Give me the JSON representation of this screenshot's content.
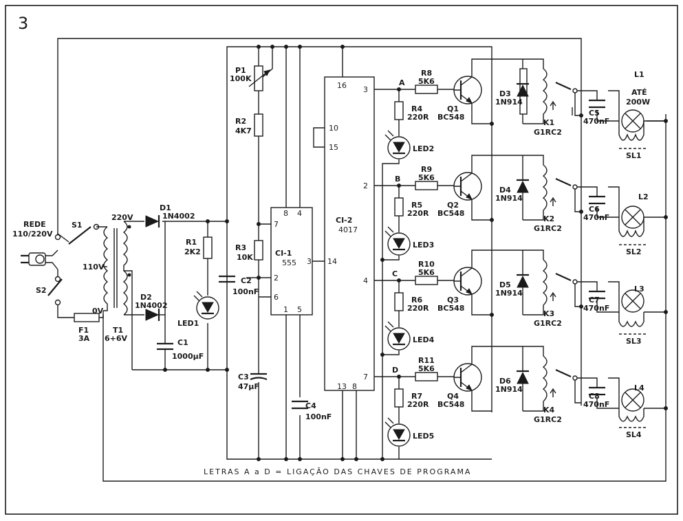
{
  "figure_number": "3",
  "mains": {
    "label1": "REDE",
    "label2": "110/220V"
  },
  "switches": {
    "s1": "S1",
    "s2": "S2"
  },
  "fuse": {
    "ref": "F1",
    "value": "3A"
  },
  "transformer": {
    "tap220": "220V",
    "tap110": "110V",
    "tap0": "0V",
    "ref": "T1",
    "value": "6+6V"
  },
  "diodes_psu": {
    "d1_ref": "D1",
    "d1_val": "1N4002",
    "d2_ref": "D2",
    "d2_val": "1N4002"
  },
  "c1": {
    "ref": "C1",
    "val": "1000µF"
  },
  "r1": {
    "ref": "R1",
    "val": "2K2"
  },
  "led1": "LED1",
  "p1": {
    "ref": "P1",
    "val": "100K"
  },
  "r2": {
    "ref": "R2",
    "val": "4K7"
  },
  "r3": {
    "ref": "R3",
    "val": "10K"
  },
  "c2": {
    "ref": "C2",
    "val": "100nF"
  },
  "c3": {
    "ref": "C3",
    "val": "47µF"
  },
  "c4": {
    "ref": "C4",
    "val": "100nF"
  },
  "ci1": {
    "ref": "CI-1",
    "type": "555",
    "p8": "8",
    "p4": "4",
    "p7": "7",
    "p2": "2",
    "p6": "6",
    "p3": "3",
    "p1": "1",
    "p5": "5"
  },
  "ci2": {
    "ref": "CI-2",
    "type": "4017",
    "p16": "16",
    "p10": "10",
    "p15": "15",
    "p14": "14",
    "p3": "3",
    "p2": "2",
    "p4": "4",
    "p7": "7",
    "p13": "13",
    "p8": "8"
  },
  "channels": [
    {
      "letter": "A",
      "rb_ref": "R8",
      "rb_val": "5K6",
      "rl_ref": "R4",
      "rl_val": "220R",
      "led": "LED2",
      "q_ref": "Q1",
      "q_val": "BC548",
      "d_ref": "D3",
      "d_val": "1N914",
      "k_ref": "K1",
      "k_val": "G1RC2",
      "c_ref": "C5",
      "c_val": "470nF",
      "l_ref": "L1",
      "sl": "SL1"
    },
    {
      "letter": "B",
      "rb_ref": "R9",
      "rb_val": "5K6",
      "rl_ref": "R5",
      "rl_val": "220R",
      "led": "LED3",
      "q_ref": "Q2",
      "q_val": "BC548",
      "d_ref": "D4",
      "d_val": "1N914",
      "k_ref": "K2",
      "k_val": "G1RC2",
      "c_ref": "C6",
      "c_val": "470nF",
      "l_ref": "L2",
      "sl": "SL2"
    },
    {
      "letter": "C",
      "rb_ref": "R10",
      "rb_val": "5K6",
      "rl_ref": "R6",
      "rl_val": "220R",
      "led": "LED4",
      "q_ref": "Q3",
      "q_val": "BC548",
      "d_ref": "D5",
      "d_val": "1N914",
      "k_ref": "K3",
      "k_val": "G1RC2",
      "c_ref": "C7",
      "c_val": "470nF",
      "l_ref": "L3",
      "sl": "SL3"
    },
    {
      "letter": "D",
      "rb_ref": "R11",
      "rb_val": "5K6",
      "rl_ref": "R7",
      "rl_val": "220R",
      "led": "LED5",
      "q_ref": "Q4",
      "q_val": "BC548",
      "d_ref": "D6",
      "d_val": "1N914",
      "k_ref": "K4",
      "k_val": "G1RC2",
      "c_ref": "C8",
      "c_val": "470nF",
      "l_ref": "L4",
      "sl": "SL4"
    }
  ],
  "lamp1_note": {
    "line1": "ATÉ",
    "line2": "200W"
  },
  "footnote": "LETRAS  A a D = LIGAÇÃO DAS CHAVES DE PROGRAMA"
}
